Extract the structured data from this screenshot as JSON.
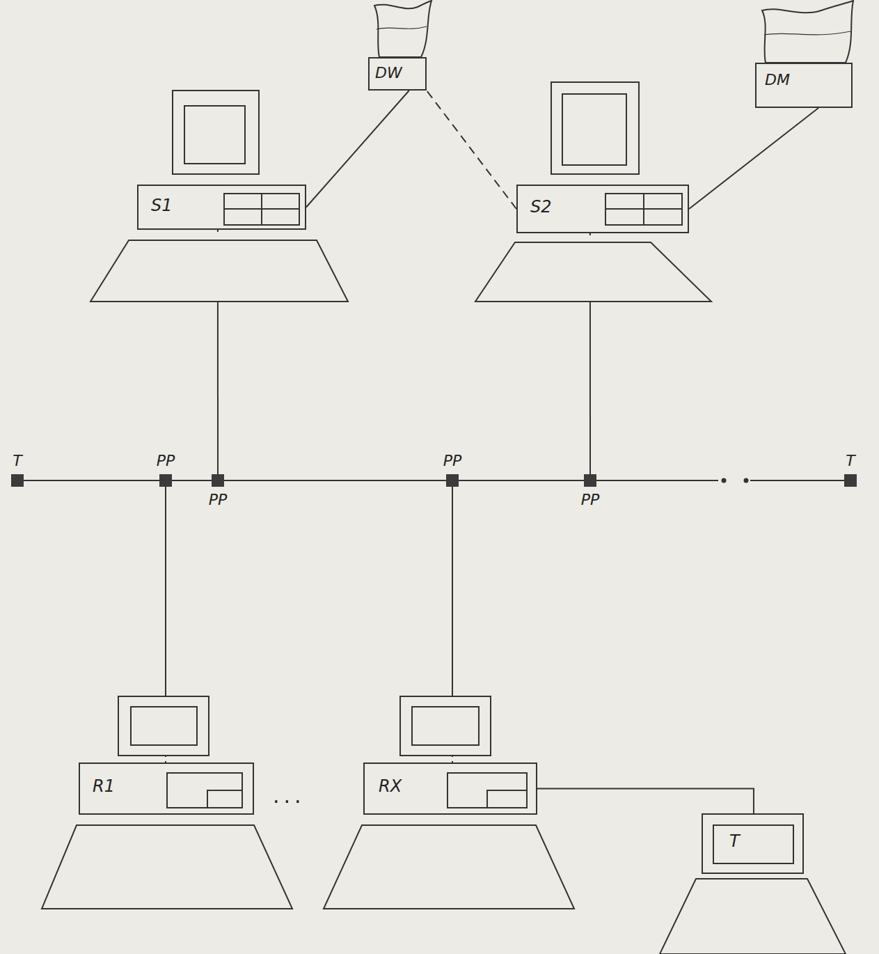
{
  "diagram": {
    "nodes": [
      {
        "text": [
          "DW"
        ]
      },
      {
        "text": [
          "DM"
        ]
      },
      {
        "text": [
          "S1"
        ]
      },
      {
        "text": [
          "S2"
        ]
      },
      {
        "text": [
          "T"
        ]
      },
      {
        "text": [
          "PP"
        ]
      },
      {
        "text": [
          "PP"
        ]
      },
      {
        "text": [
          "PP"
        ]
      },
      {
        "text": [
          "PP"
        ]
      },
      {
        "text": [
          "T"
        ]
      },
      {
        "text": [
          "R1"
        ]
      },
      {
        "text": [
          "RX"
        ]
      },
      {
        "text": [
          "T"
        ]
      }
    ],
    "edges": [
      {
        "from": 2,
        "to": 0,
        "arrow": "none"
      },
      {
        "from": 3,
        "to": 0,
        "arrow": "none"
      },
      {
        "from": 3,
        "to": 1,
        "arrow": "none"
      },
      {
        "from": 2,
        "to": 6,
        "arrow": "none"
      },
      {
        "from": 3,
        "to": 8,
        "arrow": "none"
      },
      {
        "from": 10,
        "to": 5,
        "arrow": "none"
      },
      {
        "from": 11,
        "to": 7,
        "arrow": "none"
      },
      {
        "from": 11,
        "to": 12,
        "arrow": "none"
      },
      {
        "from": 4,
        "to": 5,
        "arrow": "none"
      },
      {
        "from": 5,
        "to": 6,
        "arrow": "none"
      },
      {
        "from": 6,
        "to": 7,
        "arrow": "none"
      },
      {
        "from": 7,
        "to": 8,
        "arrow": "none"
      },
      {
        "from": 8,
        "to": 9,
        "arrow": "none"
      }
    ],
    "labels": [
      "..."
    ]
  }
}
